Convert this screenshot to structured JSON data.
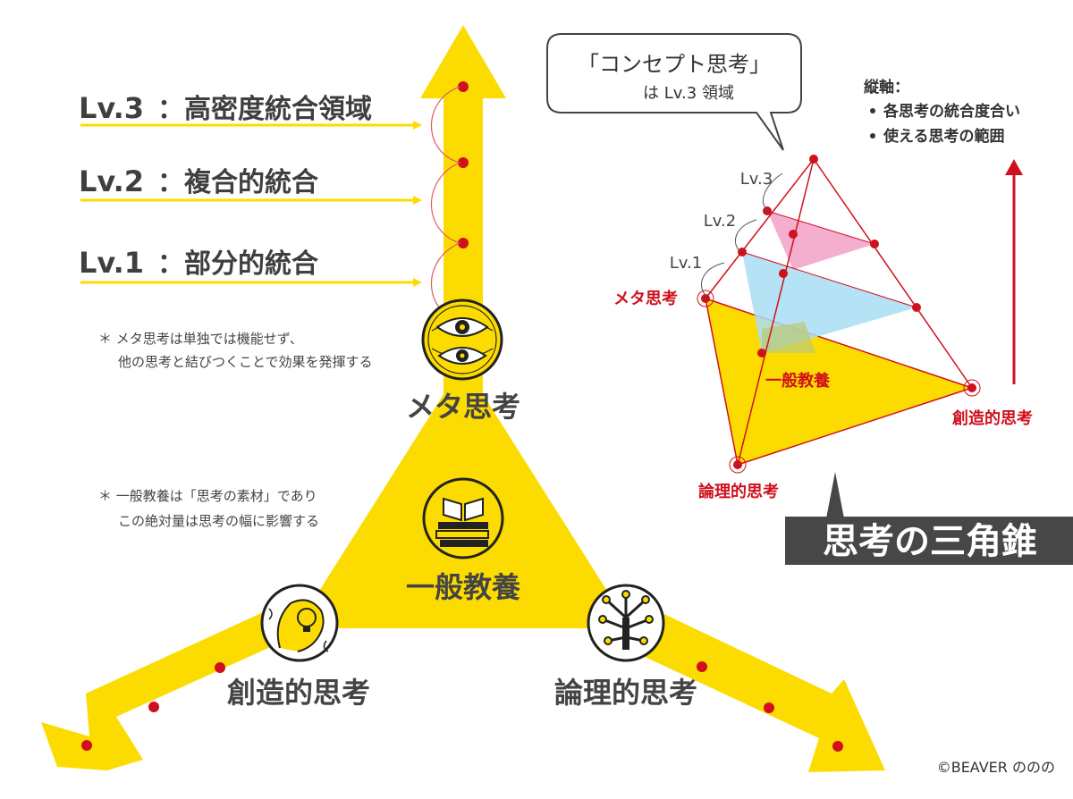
{
  "levels": [
    {
      "tag": "Lv.3",
      "name": "：高密度統合領域"
    },
    {
      "tag": "Lv.2",
      "name": "：複合的統合"
    },
    {
      "tag": "Lv.1",
      "name": "：部分的統合"
    }
  ],
  "notes": {
    "meta": [
      "＊ メタ思考は単独では機能せず、",
      "他の思考と結びつくことで効果を発揮する"
    ],
    "general": [
      "＊ 一般教養は「思考の素材」であり",
      "この絶対量は思考の幅に影響する"
    ]
  },
  "nodes": {
    "meta": "メタ思考",
    "general": "一般教養",
    "creative": "創造的思考",
    "logical": "論理的思考"
  },
  "speech_bubble": {
    "line1": "「コンセプト思考」",
    "line2": "は Lv.3 領域"
  },
  "vertical_axis": {
    "title": "縦軸：",
    "items": [
      "各思考の統合度合い",
      "使える思考の範囲"
    ]
  },
  "pyramid": {
    "levels": [
      "Lv.3",
      "Lv.2",
      "Lv.1"
    ],
    "meta": "メタ思考",
    "general": "一般教養",
    "creative": "創造的思考",
    "logical": "論理的思考"
  },
  "title": "思考の三角錐",
  "credit": "©BEAVER ののの",
  "colors": {
    "yellow": "#fcdc00",
    "red": "#d0101c",
    "pink": "#f3a6c9",
    "blue": "#a9ddf3",
    "banner": "#474747"
  }
}
